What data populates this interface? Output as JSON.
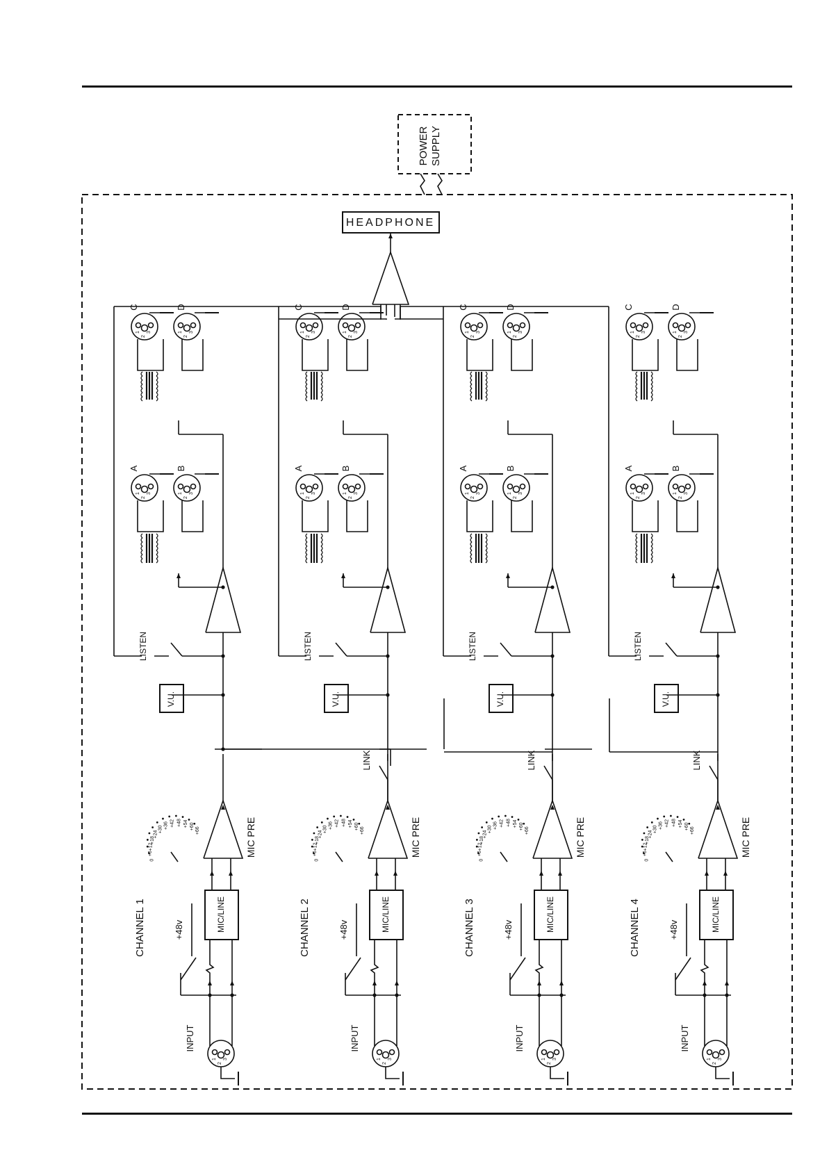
{
  "diagram": {
    "power_supply_label": [
      "POWER",
      "SUPPLY"
    ],
    "headphone_label": "HEADPHONE",
    "vu_label": "V.U.",
    "listen_label": "LISTEN",
    "link_label": "LINK",
    "mic_pre_label": "MIC PRE",
    "mic_line_label": "MIC/LINE",
    "phantom_label": "+48v",
    "input_label": "INPUT",
    "gain_steps": [
      "0",
      "+6",
      "+12",
      "+18",
      "+24",
      "+30",
      "+36",
      "+42",
      "+48",
      "+54",
      "+60",
      "+66"
    ],
    "output_labels": [
      "A",
      "B",
      "C",
      "D"
    ],
    "channels": [
      {
        "label": "CHANNEL 1"
      },
      {
        "label": "CHANNEL 2"
      },
      {
        "label": "CHANNEL 3"
      },
      {
        "label": "CHANNEL 4"
      }
    ]
  }
}
